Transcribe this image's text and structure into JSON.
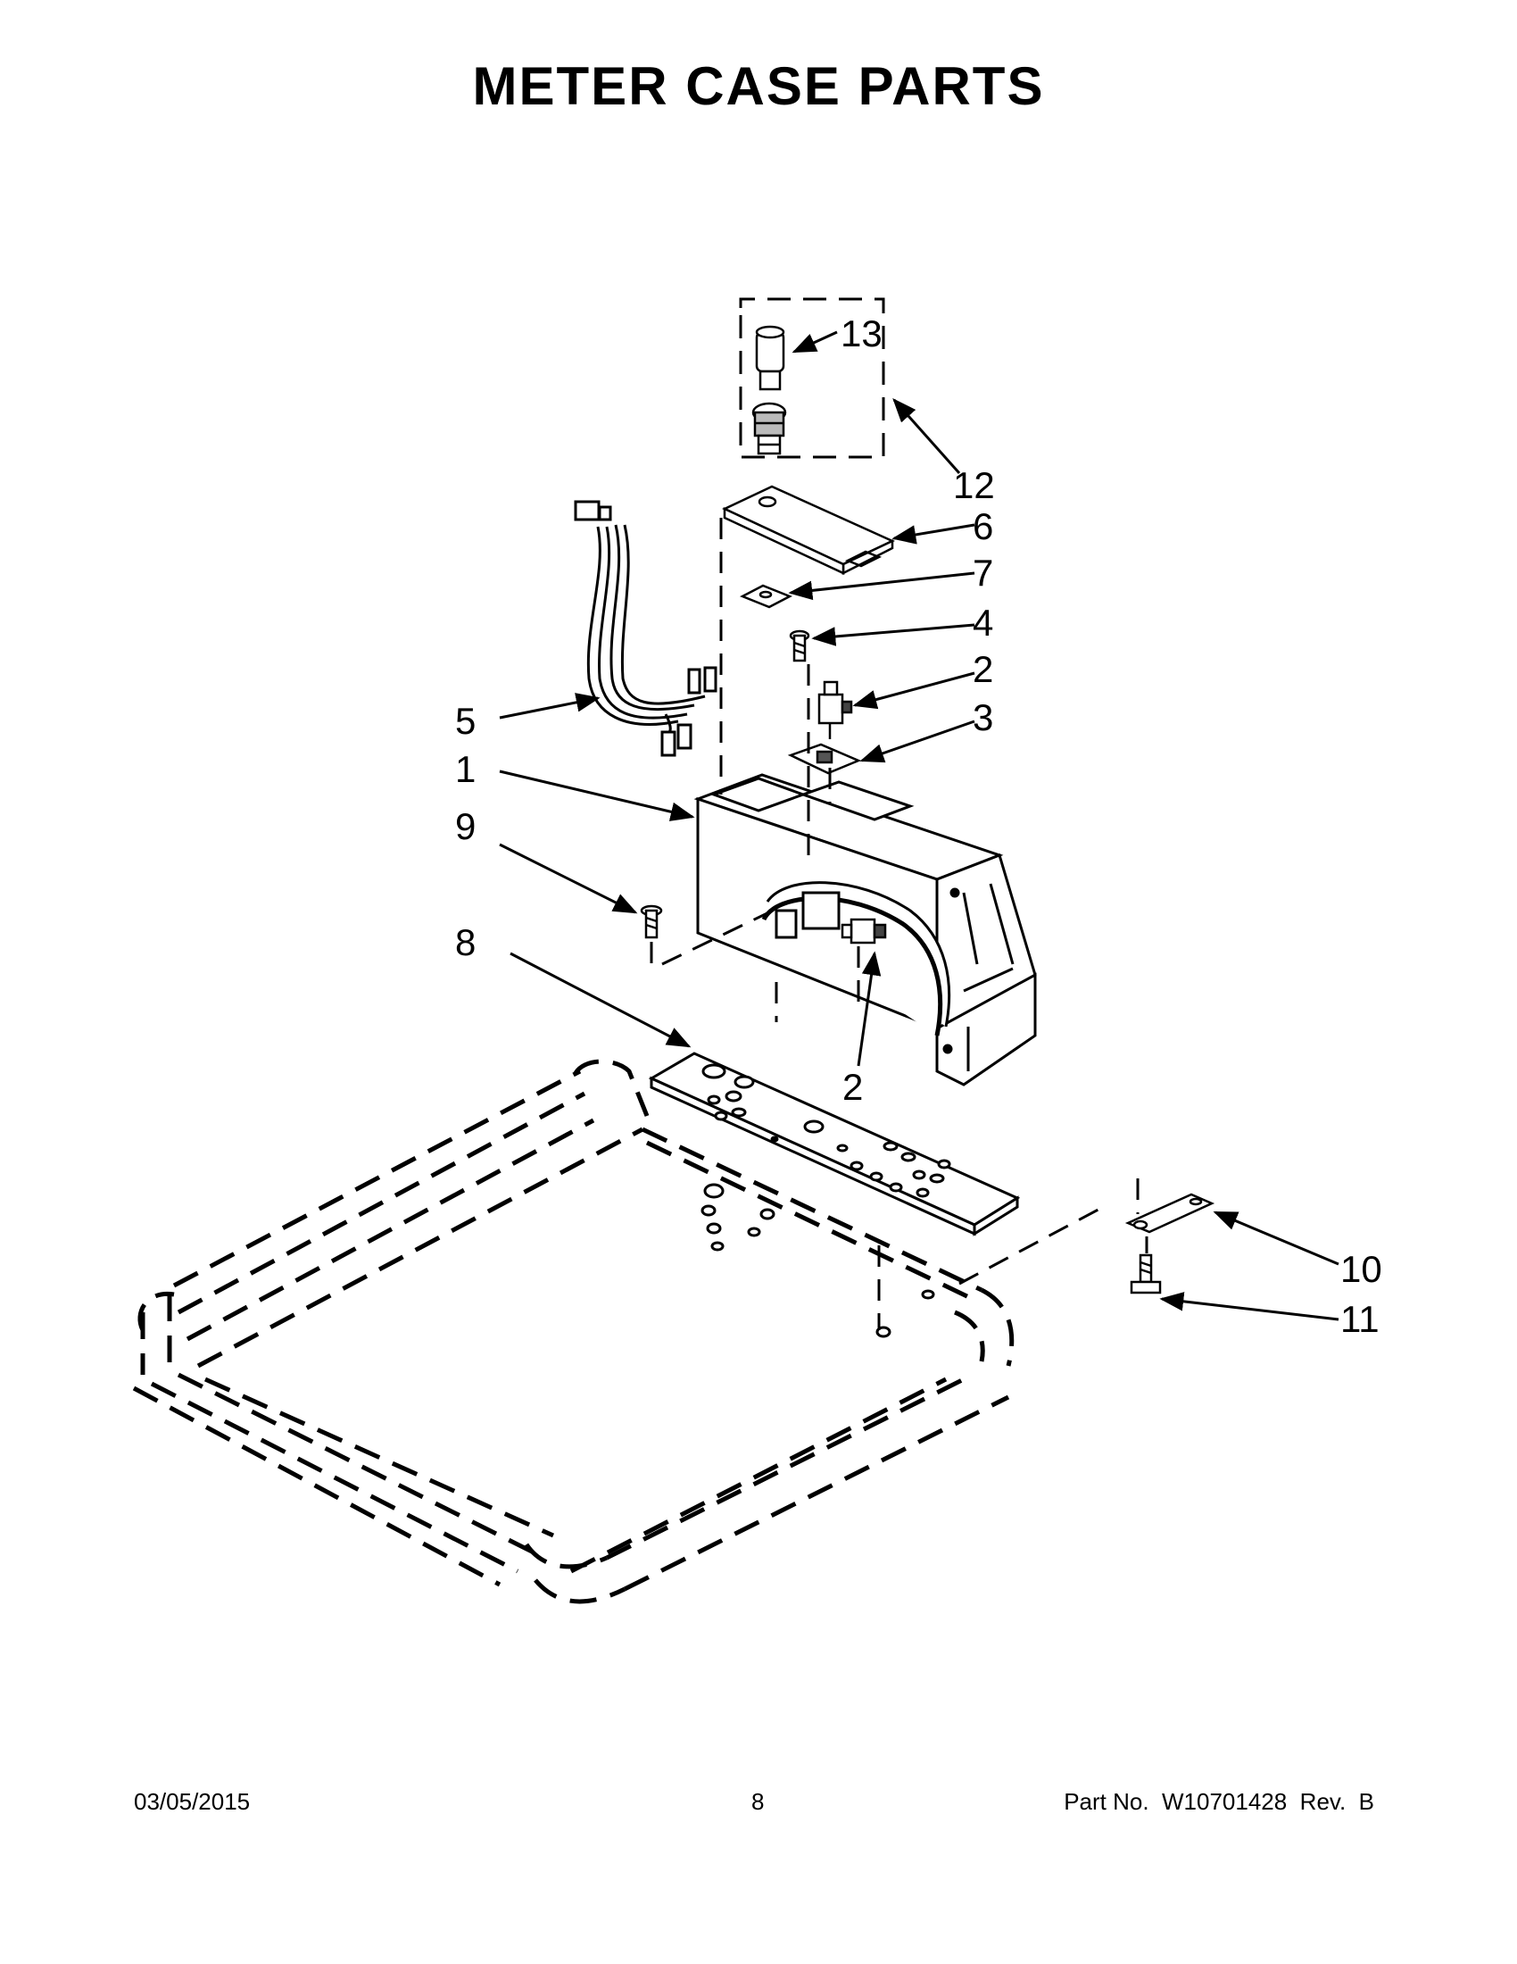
{
  "page": {
    "title": "METER CASE PARTS",
    "footer": {
      "date": "03/05/2015",
      "page_number": "8",
      "part_info": "Part No.  W10701428  Rev.  B"
    }
  },
  "callouts": [
    {
      "id": "c13",
      "label": "13"
    },
    {
      "id": "c12",
      "label": "12"
    },
    {
      "id": "c6",
      "label": "6"
    },
    {
      "id": "c7",
      "label": "7"
    },
    {
      "id": "c4",
      "label": "4"
    },
    {
      "id": "c2a",
      "label": "2"
    },
    {
      "id": "c3",
      "label": "3"
    },
    {
      "id": "c5",
      "label": "5"
    },
    {
      "id": "c1",
      "label": "1"
    },
    {
      "id": "c9",
      "label": "9"
    },
    {
      "id": "c8",
      "label": "8"
    },
    {
      "id": "c2b",
      "label": "2"
    },
    {
      "id": "c10",
      "label": "10"
    },
    {
      "id": "c11",
      "label": "11"
    }
  ]
}
